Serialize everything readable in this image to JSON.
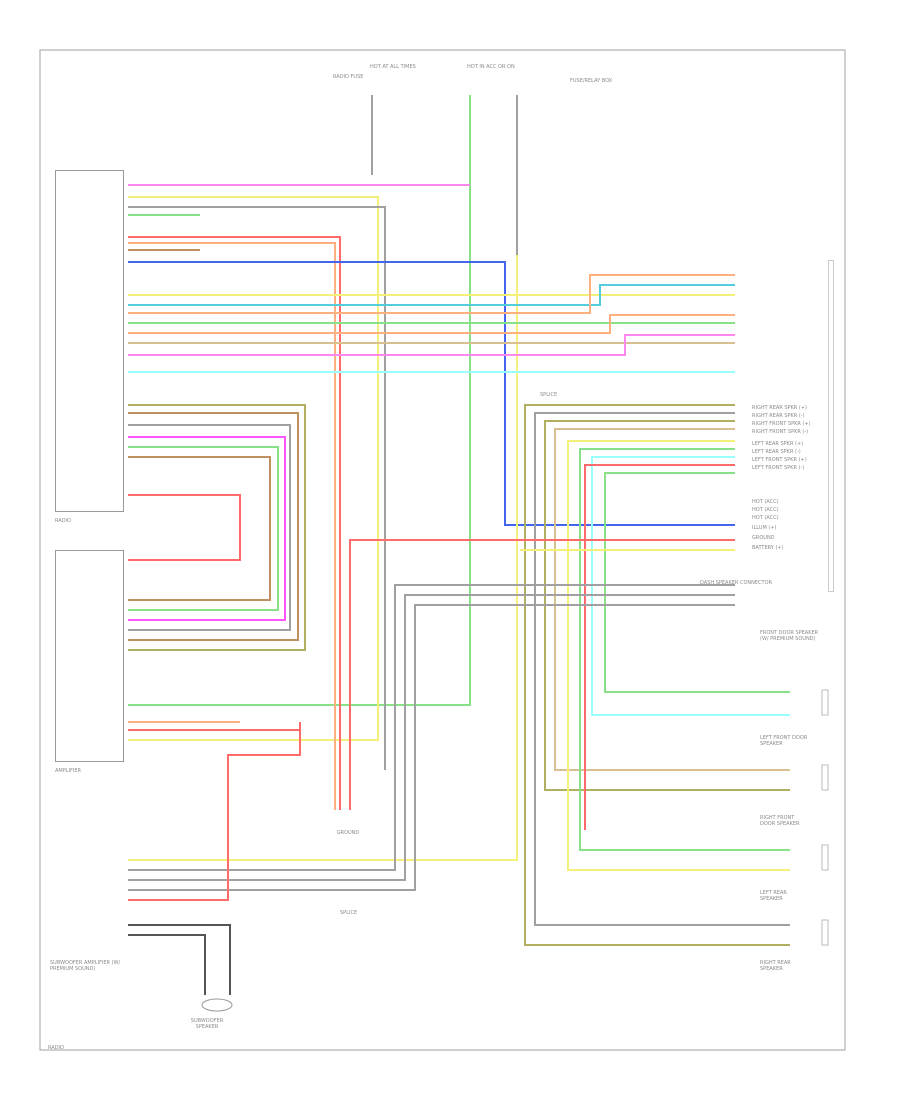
{
  "diagram": {
    "top_labels": [
      "RADIO FUSE",
      "HOT AT ALL TIMES",
      "HOT IN ACC OR ON",
      "FUSE/RELAY BOX"
    ],
    "components": {
      "radio": "RADIO",
      "amplifier": "AMPLIFIER",
      "subwoofer_amp": "SUBWOOFER AMPLIFIER (W/ PREMIUM SOUND)",
      "subwoofer_speaker": "SUBWOOFER SPEAKER",
      "splice": "SPLICE",
      "ground": "GROUND",
      "dash_connector": "DASH SPEAKER CONNECTOR",
      "front_door": "FRONT DOOR SPEAKER (W/ PREMIUM SOUND)",
      "left_front": "LEFT FRONT DOOR SPEAKER",
      "right_front": "RIGHT FRONT DOOR SPEAKER",
      "left_rear": "LEFT REAR SPEAKER",
      "right_rear": "RIGHT REAR SPEAKER",
      "footer": "RADIO"
    },
    "right_pin_labels": [
      "RIGHT REAR SPKR (+)",
      "RIGHT REAR SPKR (-)",
      "RIGHT FRONT SPKR (+)",
      "RIGHT FRONT SPKR (-)",
      "LEFT REAR SPKR (+)",
      "LEFT REAR SPKR (-)",
      "LEFT FRONT SPKR (+)",
      "LEFT FRONT SPKR (-)",
      "HOT (ACC)",
      "HOT (ACC)",
      "HOT (ACC)",
      "ILLUM (+)",
      "GROUND",
      "BATTERY (+)"
    ],
    "wire_colors": {
      "pink": "#ff88ee",
      "yellow": "#f4f07a",
      "grey": "#a0a0a0",
      "red": "#ff6a6a",
      "orange": "#ffb080",
      "blue": "#4466ee",
      "teal": "#55ccdd",
      "green": "#88e088",
      "magenta": "#ff55ff",
      "olive": "#b0b060",
      "brown": "#c09060",
      "cyan": "#99ffff",
      "tan": "#d8c090",
      "black": "#555555"
    }
  }
}
